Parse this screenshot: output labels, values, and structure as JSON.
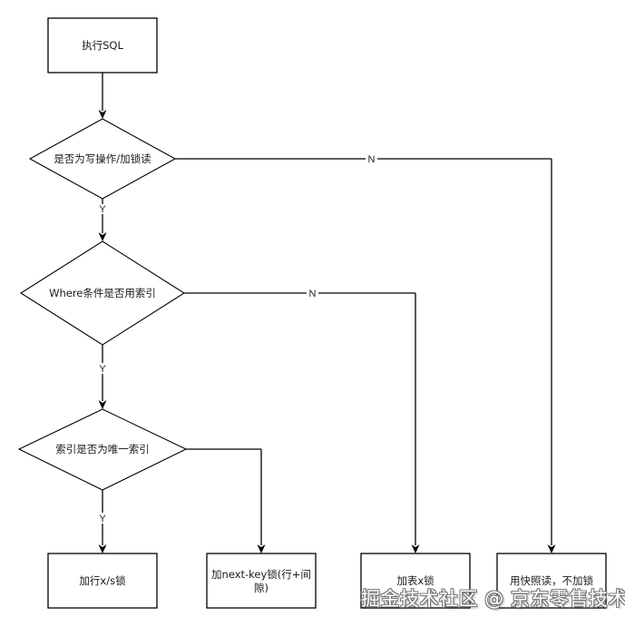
{
  "diagram": {
    "type": "flowchart",
    "nodes": {
      "start": {
        "label": "执行SQL",
        "shape": "rectangle"
      },
      "is_write": {
        "label": "是否为写操作/加锁读",
        "shape": "diamond"
      },
      "where_index": {
        "label": "Where条件是否用索引",
        "shape": "diamond"
      },
      "unique_index": {
        "label": "索引是否为唯一索引",
        "shape": "diamond"
      },
      "row_lock": {
        "label": "加行x/s锁",
        "shape": "rectangle"
      },
      "next_key_lock": {
        "label_line1": "加next-key锁(行+间",
        "label_line2": "隙)",
        "shape": "rectangle"
      },
      "table_lock": {
        "label": "加表x锁",
        "shape": "rectangle"
      },
      "snapshot_read": {
        "label": "用快照读，不加锁",
        "shape": "rectangle"
      }
    },
    "edges": [
      {
        "from": "start",
        "to": "is_write",
        "label": ""
      },
      {
        "from": "is_write",
        "to": "where_index",
        "label": "Y"
      },
      {
        "from": "is_write",
        "to": "snapshot_read",
        "label": "N"
      },
      {
        "from": "where_index",
        "to": "unique_index",
        "label": "Y"
      },
      {
        "from": "where_index",
        "to": "table_lock",
        "label": "N"
      },
      {
        "from": "unique_index",
        "to": "row_lock",
        "label": "Y"
      },
      {
        "from": "unique_index",
        "to": "next_key_lock",
        "label": ""
      }
    ],
    "edge_labels": {
      "yes": "Y",
      "no": "N"
    }
  },
  "watermark": {
    "text": "掘金技术社区 @ 京东零售技术"
  },
  "colors": {
    "stroke": "#000000",
    "background": "#ffffff",
    "text": "#1a1a1a"
  }
}
